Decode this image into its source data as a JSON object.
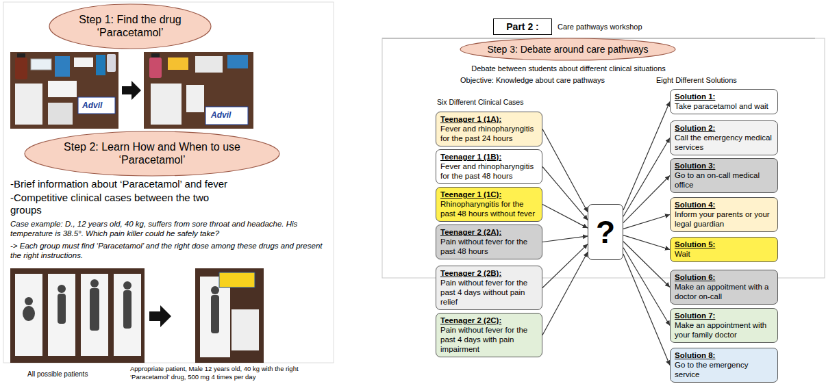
{
  "diagram": {
    "nodes": [
      {
        "text": [
          "Step 1: Find the drug ‘Paracetamol’"
        ]
      },
      {
        "text": [
          "Step 2: Learn How and When to use ‘Paracetamol’"
        ]
      },
      {
        "text": [
          "Part 2 :"
        ]
      },
      {
        "text": [
          "Step 3: Debate around care pathways"
        ]
      },
      {
        "text": [
          "Teenager 1 (1A):",
          "Fever and rhinopharyngitis for the past 24 hours"
        ]
      },
      {
        "text": [
          "Teenager 1 (1B):",
          "Fever and rhinopharyngitis for the past 48 hours"
        ]
      },
      {
        "text": [
          "Teenager 1 (1C):",
          "Rhinopharyngitis for the past 48 hours without fever"
        ]
      },
      {
        "text": [
          "Teenager 2 (2A):",
          "Pain without fever for the past 48 hours"
        ]
      },
      {
        "text": [
          "Teenager 2 (2B):",
          "Pain without fever for the past 4 days without pain relief"
        ]
      },
      {
        "text": [
          "Teenager 2 (2C):",
          "Pain without fever for the past 4 days with pain impairment"
        ]
      },
      {
        "text": [
          "?"
        ]
      },
      {
        "text": [
          "Solution 1:",
          "Take paracetamol and wait"
        ]
      },
      {
        "text": [
          "Solution 2:",
          "Call the emergency medical services"
        ]
      },
      {
        "text": [
          "Solution 3:",
          "Go to an on-call medical office"
        ]
      },
      {
        "text": [
          "Solution 4:",
          "Inform your parents or your legal guardian"
        ]
      },
      {
        "text": [
          "Solution 5:",
          "Wait"
        ]
      },
      {
        "text": [
          "Solution 6:",
          "Make an appoitment with a doctor on-call"
        ]
      },
      {
        "text": [
          "Solution 7:",
          "Make an appointment with your family doctor"
        ]
      },
      {
        "text": [
          "Solution 8:",
          "Go to the emergency service"
        ]
      }
    ],
    "edges": [
      {
        "from": 4,
        "to": 10,
        "arrow": "to"
      },
      {
        "from": 5,
        "to": 10,
        "arrow": "to"
      },
      {
        "from": 6,
        "to": 10,
        "arrow": "to"
      },
      {
        "from": 7,
        "to": 10,
        "arrow": "to"
      },
      {
        "from": 8,
        "to": 10,
        "arrow": "to"
      },
      {
        "from": 9,
        "to": 10,
        "arrow": "to"
      },
      {
        "from": 10,
        "to": 11,
        "arrow": "to"
      },
      {
        "from": 10,
        "to": 12,
        "arrow": "to"
      },
      {
        "from": 10,
        "to": 13,
        "arrow": "to"
      },
      {
        "from": 10,
        "to": 14,
        "arrow": "to"
      },
      {
        "from": 10,
        "to": 15,
        "arrow": "to"
      },
      {
        "from": 10,
        "to": 16,
        "arrow": "to"
      },
      {
        "from": 10,
        "to": 17,
        "arrow": "to"
      },
      {
        "from": 10,
        "to": 18,
        "arrow": "to"
      }
    ],
    "labels": [
      "Advil",
      "Advil",
      "-Brief information about ‘Paracetamol’ and fever",
      "-Competitive clinical cases between the two groups",
      "Case example: D., 12 years old, 40 kg, suffers from sore throat and headache. His temperature is 38.5°. Which pain killer could he safely take?",
      "-> Each group must find ‘Paracetamol’ and the right dose among these drugs and present the right instructions.",
      "All possible patients",
      "Appropriate patient, Male 12 years old, 40 kg with the right ‘Paracetamol’ drug, 500 mg 4 times per day",
      "Care pathways workshop",
      "Debate between students about different clinical situations",
      "Objective: Knowledge about care pathways",
      "Eight Different Solutions",
      "Six Different Clinical Cases"
    ]
  }
}
